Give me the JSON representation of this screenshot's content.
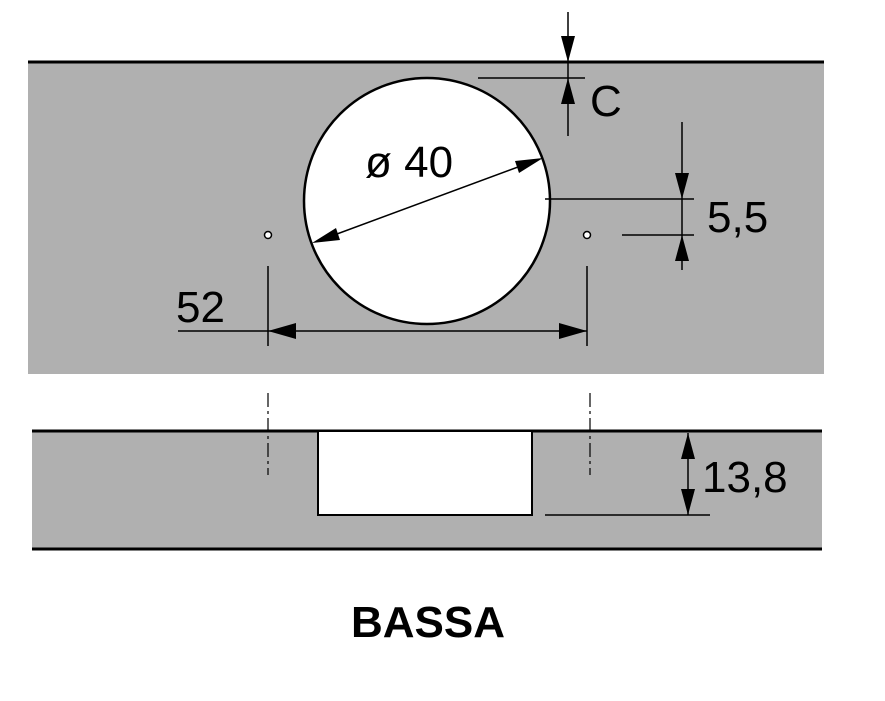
{
  "diagram": {
    "title": "BASSA",
    "dimensions": {
      "cup_diameter": "ø 40",
      "edge_distance": "C",
      "hole_offset": "5,5",
      "hole_spacing": "52",
      "cup_depth": "13,8"
    },
    "colors": {
      "panel": "#b0b0b0",
      "cutout": "#ffffff",
      "line": "#000000",
      "background": "#ffffff"
    }
  }
}
